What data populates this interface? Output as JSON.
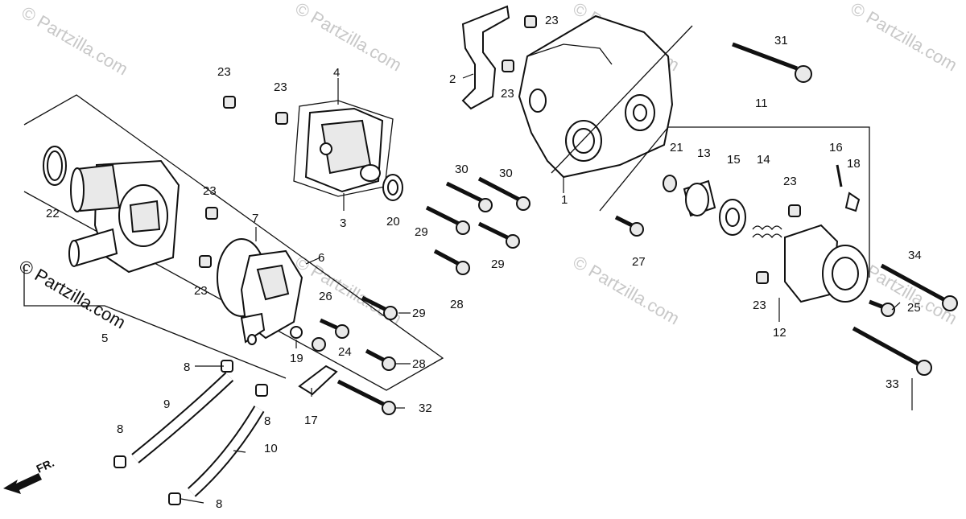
{
  "watermark": {
    "faint_text": "© Partzilla.com",
    "main_text": "© Partzilla.com"
  },
  "front_marker": "FR.",
  "callouts": {
    "c1": "1",
    "c2": "2",
    "c3": "3",
    "c4": "4",
    "c5": "5",
    "c6": "6",
    "c7": "7",
    "c8a": "8",
    "c8b": "8",
    "c8c": "8",
    "c8d": "8",
    "c9": "9",
    "c10": "10",
    "c11": "11",
    "c12": "12",
    "c13": "13",
    "c14": "14",
    "c15": "15",
    "c16": "16",
    "c17": "17",
    "c18": "18",
    "c19": "19",
    "c20": "20",
    "c21": "21",
    "c22": "22",
    "c23a": "23",
    "c23b": "23",
    "c23c": "23",
    "c23d": "23",
    "c23e": "23",
    "c23f": "23",
    "c23g": "23",
    "c23h": "23",
    "c24": "24",
    "c25": "25",
    "c26": "26",
    "c27": "27",
    "c28a": "28",
    "c28b": "28",
    "c29a": "29",
    "c29b": "29",
    "c29c": "29",
    "c30a": "30",
    "c30b": "30",
    "c31": "31",
    "c32": "32",
    "c33": "33",
    "c34": "34"
  }
}
